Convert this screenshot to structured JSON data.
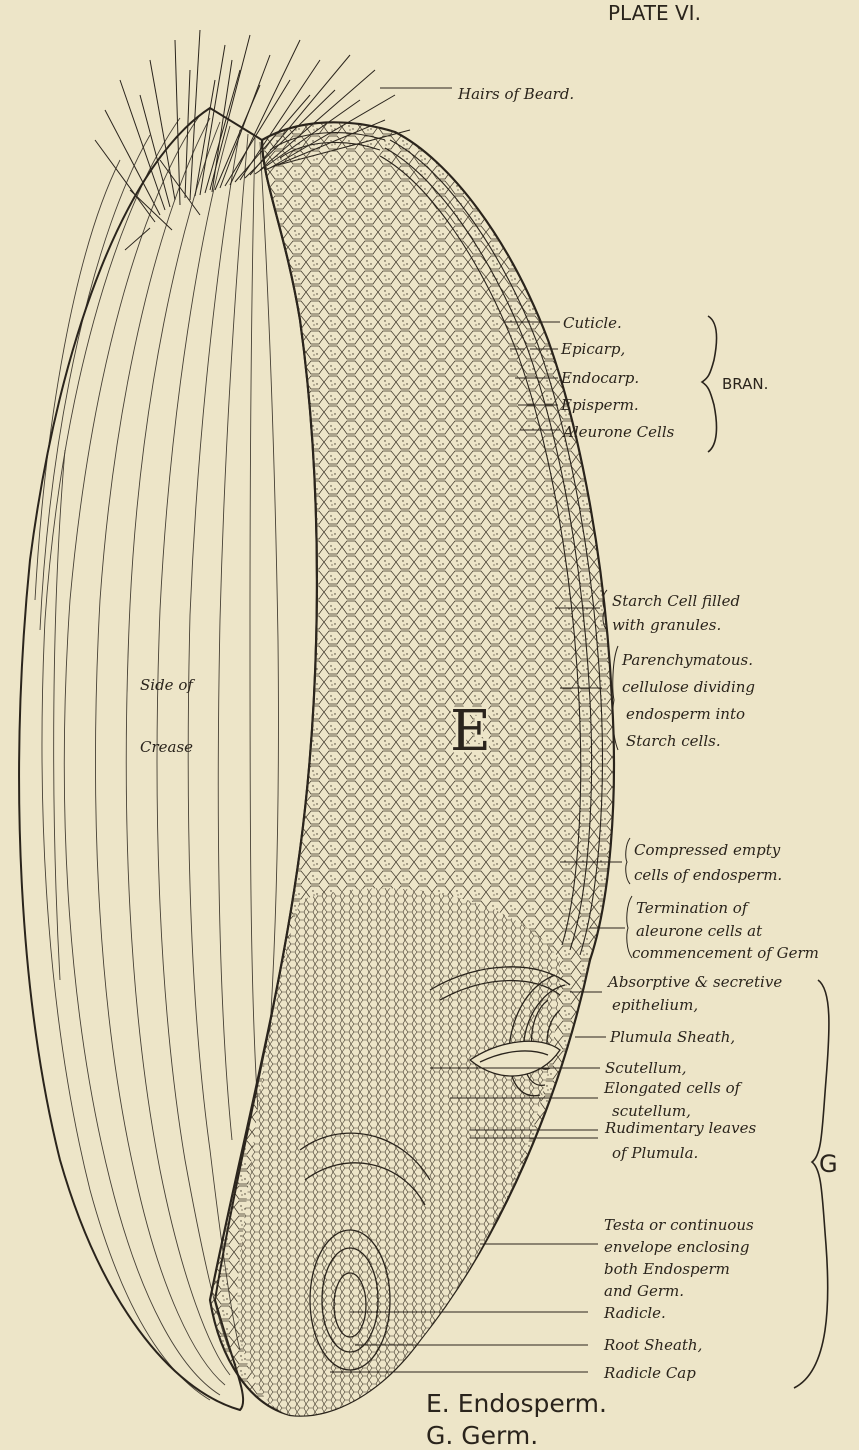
{
  "plate_title": "PLATE VI.",
  "labels": {
    "hairs": "Hairs of Beard.",
    "cuticle": "Cuticle.",
    "epicarp": "Epicarp,",
    "endocarp": "Endocarp.",
    "episperm": "Episperm.",
    "aleurone": "Aleurone Cells",
    "bran": "BRAN.",
    "starch_1": "Starch Cell filled",
    "starch_2": "with granules.",
    "paren_1": "Parenchymatous.",
    "paren_2": "cellulose dividing",
    "paren_3": "endosperm into",
    "paren_4": "Starch cells.",
    "comp_1": "Compressed empty",
    "comp_2": "cells of endosperm.",
    "term_1": "Termination of",
    "term_2": "aleurone cells at",
    "term_3": "commencement of Germ",
    "abs_1": "Absorptive & secretive",
    "abs_2": "epithelium,",
    "plumula_sheath": "Plumula Sheath,",
    "scutellum": "Scutellum,",
    "elong_1": "Elongated cells of",
    "elong_2": "scutellum,",
    "rud_1": "Rudimentary leaves",
    "rud_2": "of Plumula.",
    "germ_letter": "G",
    "testa_1": "Testa or continuous",
    "testa_2": "envelope enclosing",
    "testa_3": "both Endosperm",
    "testa_4": "and Germ.",
    "radicle": "Radicle.",
    "root_sheath": "Root Sheath,",
    "radicle_cap": "Radicle Cap",
    "side_1": "Side of",
    "side_2": "Crease",
    "endosperm_letter": "E"
  },
  "legend": {
    "endosperm": "E. Endosperm.",
    "germ": "G. Germ."
  }
}
